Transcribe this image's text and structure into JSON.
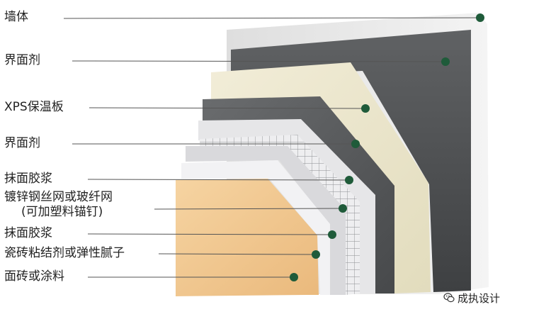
{
  "labels": [
    {
      "id": "wall",
      "text": "墙体"
    },
    {
      "id": "interface-1",
      "text": "界面剂"
    },
    {
      "id": "xps-board",
      "text": "XPS保温板"
    },
    {
      "id": "interface-2",
      "text": "界面剂"
    },
    {
      "id": "plaster-1",
      "text": "抹面胶浆"
    },
    {
      "id": "mesh-line1",
      "text": "镀锌钢丝网或玻纤网"
    },
    {
      "id": "mesh-line2",
      "text": "(可加塑料锚钉)"
    },
    {
      "id": "plaster-2",
      "text": "抹面胶浆"
    },
    {
      "id": "tile-adhesive",
      "text": "瓷砖粘结剂或弹性腻子"
    },
    {
      "id": "tile-finish",
      "text": "面砖或涂料"
    }
  ],
  "brand": {
    "text": "成执设计",
    "icon": "wechat-icon"
  },
  "colors": {
    "wall": "#e8e8e8",
    "interface": "#5a5c5e",
    "xps": "#ece7cf",
    "plaster": "#e4e4e6",
    "tile": "#f0c890",
    "dot": "#1f5b3a",
    "leader": "#555555"
  }
}
